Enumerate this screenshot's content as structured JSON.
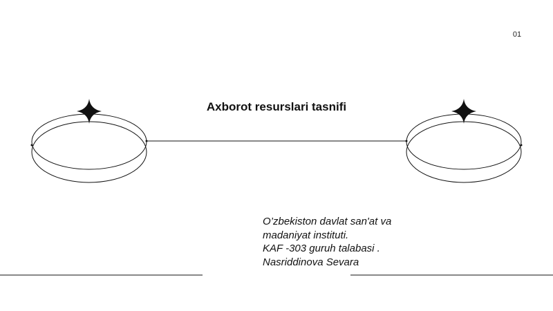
{
  "slide": {
    "page_number": "01",
    "title": "Axborot resurslari tasnifi",
    "author_lines": [
      "O’zbekiston davlat san'at va",
      "madaniyat instituti.",
      "KAF -303 guruh talabasi .",
      "Nasriddinova Sevara"
    ]
  },
  "icons": {
    "left_star": "four-point-star-icon",
    "right_star": "four-point-star-icon"
  },
  "colors": {
    "background": "#ffffff",
    "line": "#111111"
  }
}
